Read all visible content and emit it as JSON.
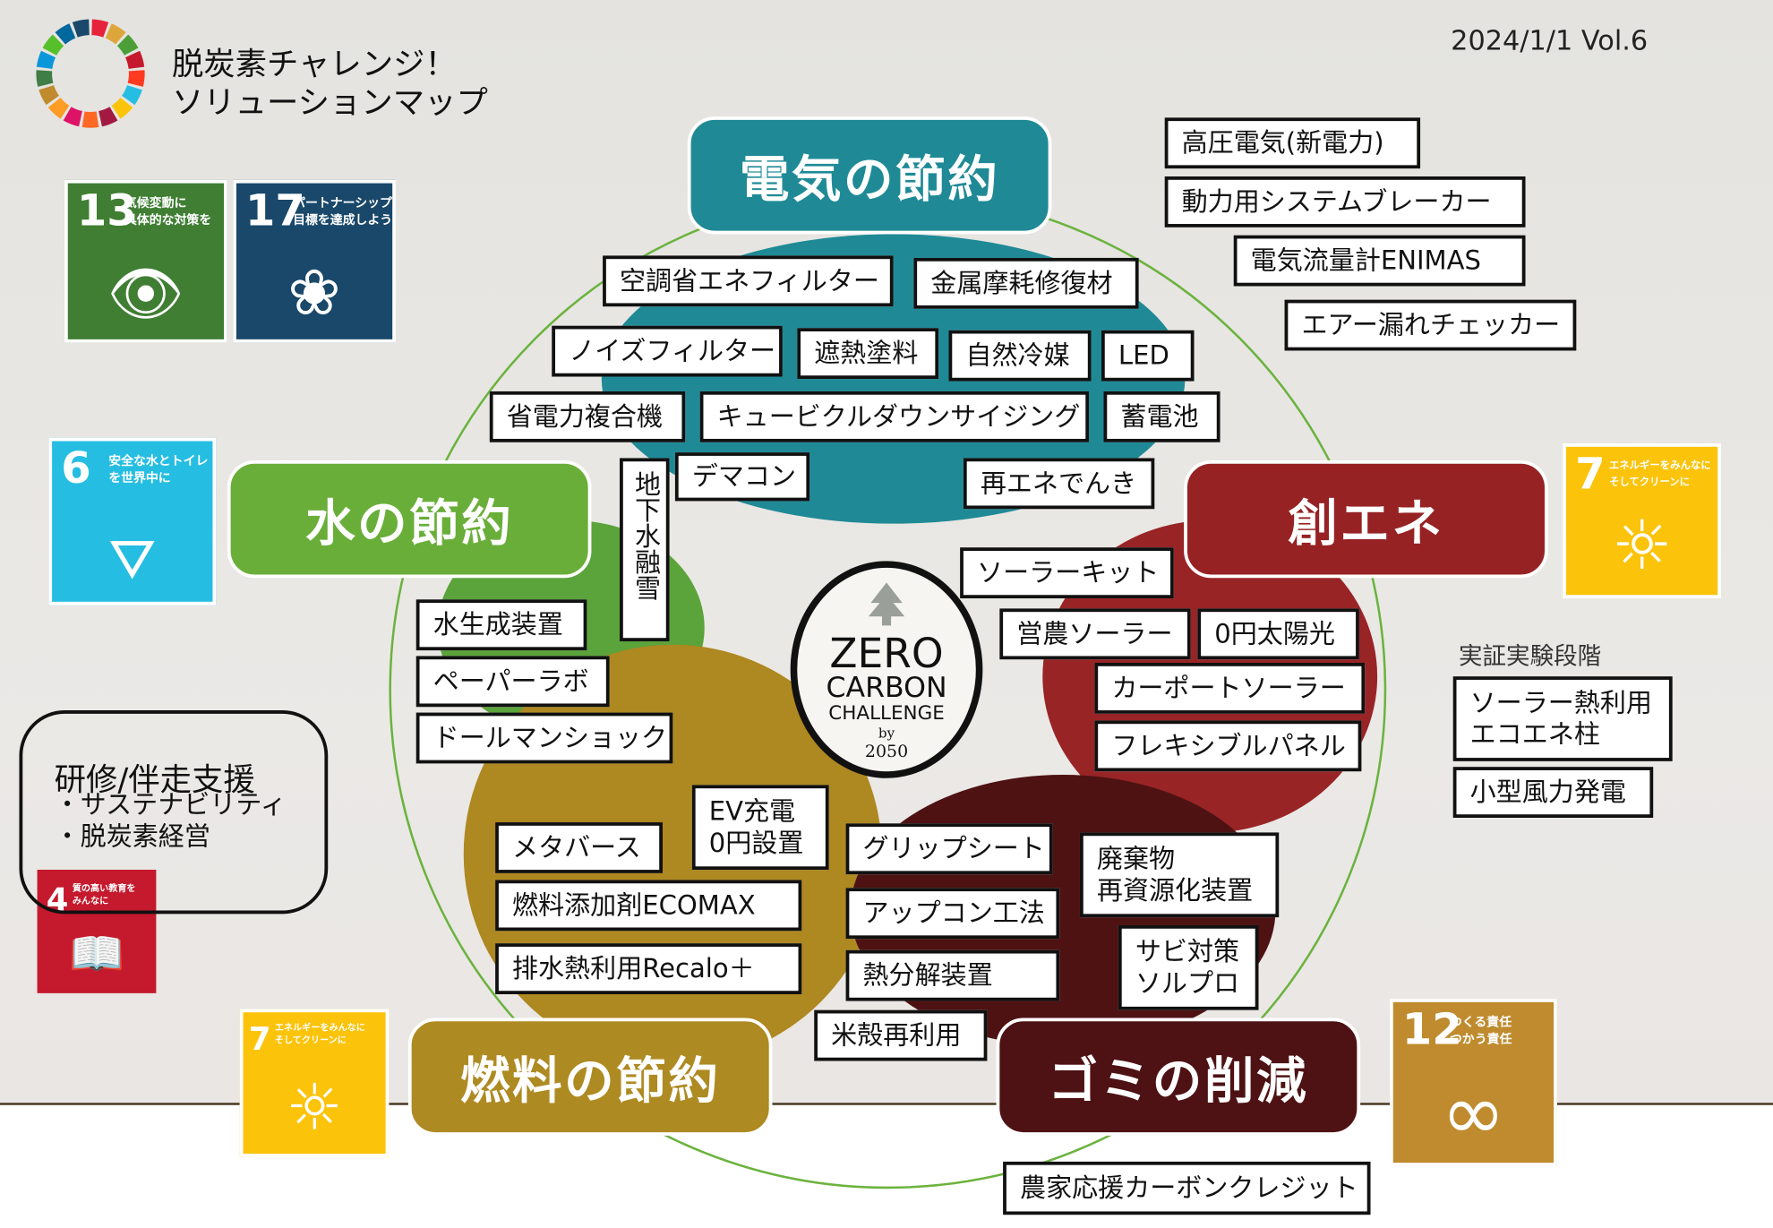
{
  "header": {
    "title_line1": "脱炭素チャレンジ！",
    "title_line2": "ソリューションマップ",
    "date": "2024/1/1  Vol.6"
  },
  "colors": {
    "electric": "#1F8A96",
    "water": "#6AAE3A",
    "energy": "#962224",
    "fuel": "#AE8A22",
    "waste": "#4E1214",
    "circle": "#6BB33E"
  },
  "categories": {
    "electric": "電気の節約",
    "water": "水の節約",
    "energy": "創エネ",
    "fuel": "燃料の節約",
    "waste": "ゴミの削減"
  },
  "center_logo": {
    "line1": "ZERO",
    "line2": "CARBON",
    "line3": "CHALLENGE",
    "line4": "by",
    "line5": "2050"
  },
  "electric": [
    "高圧電気(新電力)",
    "動力用システムブレーカー",
    "電気流量計ENIMAS",
    "エアー漏れチェッカー",
    "空調省エネフィルター",
    "金属摩耗修復材",
    "ノイズフィルター",
    "遮熱塗料",
    "自然冷媒",
    "LED",
    "省電力複合機",
    "キュービクルダウンサイジング",
    "蓄電池",
    "デマコン",
    "再エネでんき"
  ],
  "water": [
    "地下水融雪",
    "水生成装置",
    "ペーパーラボ",
    "ドールマンショック"
  ],
  "energy": [
    "ソーラーキット",
    "営農ソーラー",
    "0円太陽光",
    "カーポートソーラー",
    "フレキシブルパネル"
  ],
  "fuel": {
    "ev_line1": "EV充電",
    "ev_line2": "0円設置",
    "items": [
      "メタバース",
      "燃料添加剤ECOMAX",
      "排水熱利用Recalo＋"
    ]
  },
  "waste": {
    "items": [
      "グリップシート",
      "アップコン工法",
      "熱分解装置",
      "米殻再利用",
      "農家応援カーボンクレジット"
    ],
    "recycle_line1": "廃棄物",
    "recycle_line2": "再資源化装置",
    "rust_line1": "サビ対策",
    "rust_line2": "ソルプロ"
  },
  "experimental": {
    "label": "実証実験段階",
    "solar_line1": "ソーラー熱利用",
    "solar_line2": "エコエネ柱",
    "wind": "小型風力発電"
  },
  "training": {
    "title": "研修/伴走支援",
    "item1": "・サステナビリティ",
    "item2": "・脱炭素経営"
  },
  "sdgs": {
    "g13": {
      "num": "13",
      "text": "気候変動に\n具体的な対策を",
      "color": "#3F7E33"
    },
    "g17": {
      "num": "17",
      "text": "パートナーシップで\n目標を達成しよう",
      "color": "#19486A"
    },
    "g6": {
      "num": "6",
      "text": "安全な水とトイレ\nを世界中に",
      "color": "#26BDE2"
    },
    "g7": {
      "num": "7",
      "text": "エネルギーをみんなに\nそしてクリーンに",
      "color": "#FCC30B"
    },
    "g4": {
      "num": "4",
      "text": "質の高い教育を\nみんなに",
      "color": "#C5192D"
    },
    "g12": {
      "num": "12",
      "text": "つくる責任\nつかう責任",
      "color": "#BF8B2E"
    }
  }
}
